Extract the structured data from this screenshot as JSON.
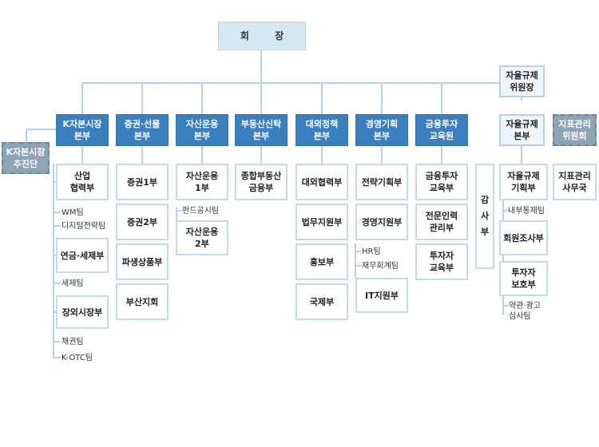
{
  "top": "회 장",
  "kcm_unit": "K자본시장\n추진단",
  "divisions": [
    {
      "title": "K자본시장\n본부",
      "units": [
        "산업\n협력부",
        "연금·세제부",
        "장외시장부"
      ],
      "teams": [
        "WM팀",
        "디지털전략팀",
        "세제팀",
        "채권팀",
        "K-OTC팀"
      ]
    },
    {
      "title": "증권·선물\n본부",
      "units": [
        "증권1부",
        "증권2부",
        "파생상품부",
        "부산지회"
      ]
    },
    {
      "title": "자산운용\n본부",
      "units": [
        "자산운용\n1부",
        "자산운용\n2부"
      ],
      "teams": [
        "펀드공시팀"
      ]
    },
    {
      "title": "부동산신탁\n본부",
      "units": [
        "종합부동산\n금융부"
      ]
    },
    {
      "title": "대외정책\n본부",
      "units": [
        "대외협력부",
        "법무지원부",
        "홍보부",
        "국제부"
      ]
    },
    {
      "title": "경영기획\n본부",
      "units": [
        "전략기획부",
        "경영지원부",
        "IT지원부"
      ],
      "teams": [
        "HR팀",
        "재무회계팀"
      ]
    },
    {
      "title": "금융투자\n교육원",
      "units": [
        "금융투자\n교육부",
        "전문인력\n관리부",
        "투자자\n교육부"
      ]
    }
  ],
  "audit": "감\n사\n부",
  "self_reg": {
    "committee": "자율규제\n위원장",
    "hq": "자율규제\n본부",
    "units": [
      "자율규제\n기획부",
      "회원조사부",
      "투자자\n보호부"
    ],
    "teams": [
      "내부통제팀",
      "약관·광고\n심사팀"
    ]
  },
  "index": {
    "committee": "지표관리\n위원회",
    "unit": "지표관리\n사무국"
  }
}
